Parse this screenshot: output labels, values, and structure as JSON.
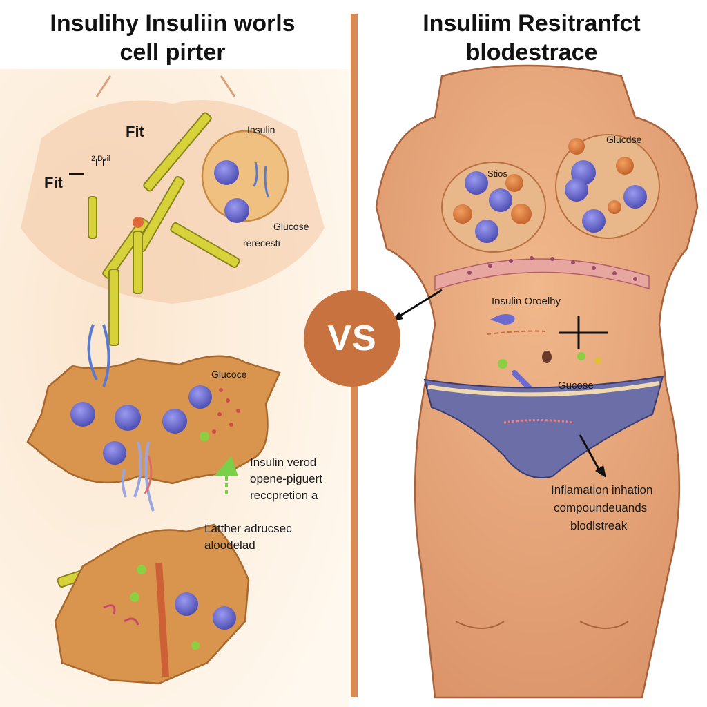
{
  "titles": {
    "left_line1": "Insulihy Insuliin worls",
    "left_line2": "cell pirter",
    "right_line1": "Insuliim Resitranfct",
    "right_line2": "blodestrace"
  },
  "vs_label": "VS",
  "left_labels": {
    "fit_top": "Fit",
    "fit_left": "Fit",
    "small_note": "2 Dvil",
    "insulin": "Insulin",
    "glucose": "Glucose",
    "receptor": "rerecesti",
    "glucose_cell": "Glucoce",
    "insulin_note_1": "Insulin verod",
    "insulin_note_2": "opene-piguert",
    "insulin_note_3": "reccpretion a",
    "latter_1": "Latther adrucsec",
    "latter_2": "aloodelad"
  },
  "right_labels": {
    "glucose_top": "Glucdse",
    "stios": "Stios",
    "insulin_obesity": "Insulin Oroelhy",
    "glucose_mid": "Gucose",
    "inflam_1": "Inflamation inhation",
    "inflam_2": "compoundeuands",
    "inflam_3": "blodlstreak"
  },
  "colors": {
    "divider": "#d98a52",
    "vs_circle": "#c8723f",
    "skin": "#e8a47a",
    "cell": "#d9954e",
    "nucleus": "#6a6ad0",
    "insulin_key": "#d8d23a",
    "underwear": "#6c6ea8",
    "band": "#e8a6a0"
  },
  "icons": [
    "insulin-key-icon",
    "cell-nucleus-icon",
    "glucose-dot-icon",
    "arrow-icon",
    "cross-icon"
  ]
}
